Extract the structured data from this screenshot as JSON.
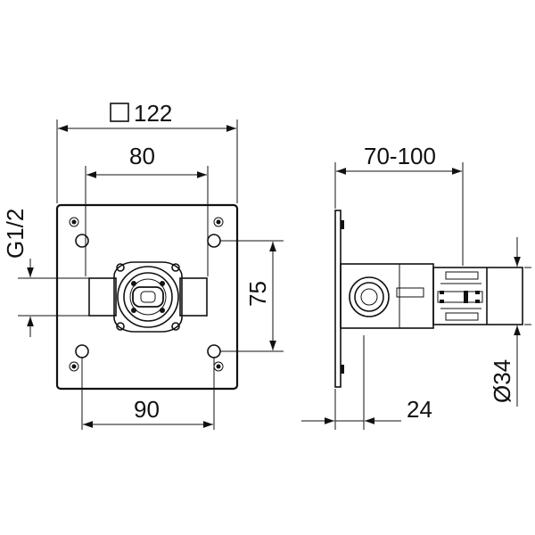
{
  "front_view": {
    "plate_size": {
      "symbol": "square",
      "value": "122"
    },
    "dim_top": "80",
    "dim_bottom": "90",
    "dim_right": "75",
    "dim_left": "G1/2"
  },
  "side_view": {
    "dim_top": "70-100",
    "dim_bottom": "24",
    "dim_right": "Ø34"
  }
}
